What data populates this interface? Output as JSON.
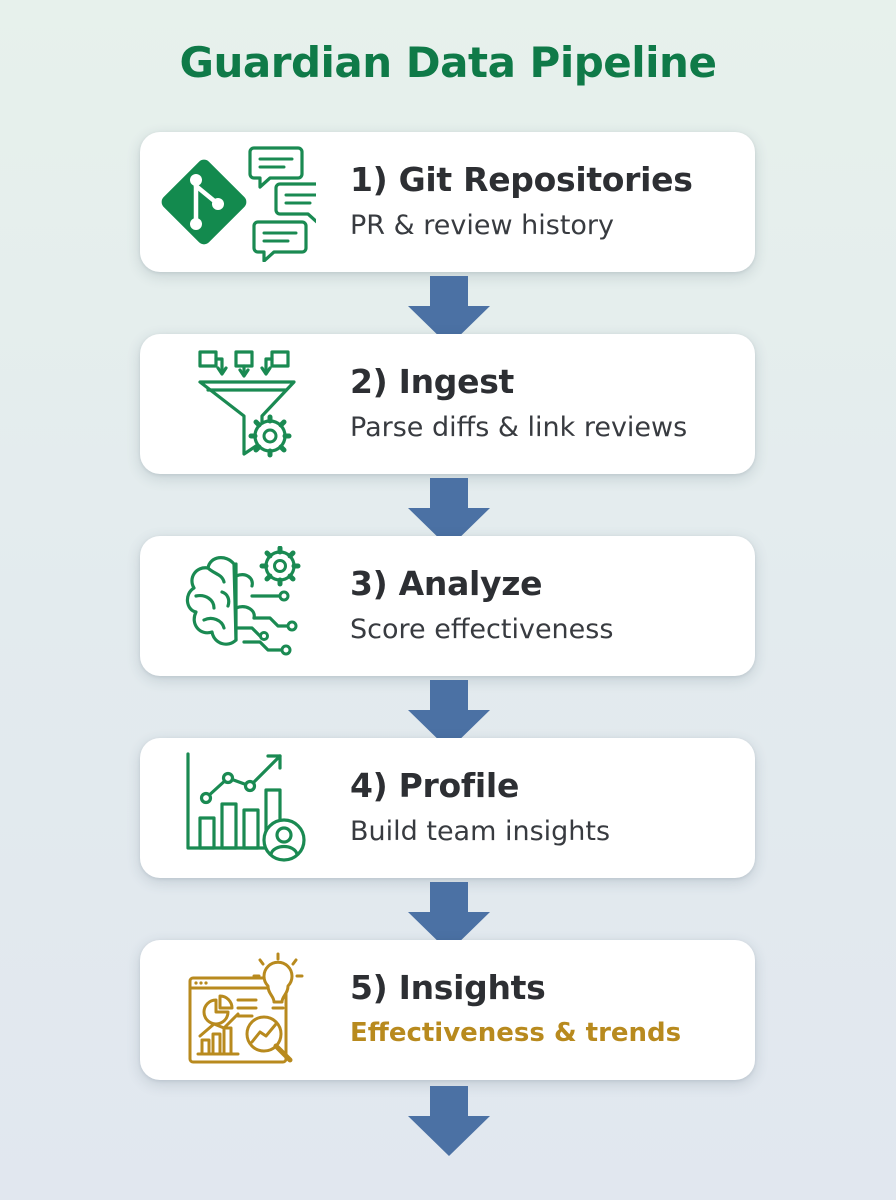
{
  "title": "Guardian Data Pipeline",
  "colors": {
    "accent_green": "#0f7a48",
    "accent_gold": "#b88a1e",
    "arrow_blue": "#4b71a4",
    "text_dark": "#2d2f33"
  },
  "steps": [
    {
      "heading": "1) Git Repositories",
      "subtitle": "PR & review history",
      "icon": "git-branch-chat-icon"
    },
    {
      "heading": "2) Ingest",
      "subtitle": "Parse diffs & link reviews",
      "icon": "funnel-gear-icon"
    },
    {
      "heading": "3) Analyze",
      "subtitle": "Score effectiveness",
      "icon": "brain-gear-circuit-icon"
    },
    {
      "heading": "4) Profile",
      "subtitle": "Build team insights",
      "icon": "chart-user-icon"
    },
    {
      "heading": "5) Insights",
      "subtitle": "Effectiveness & trends",
      "icon": "dashboard-bulb-magnifier-icon"
    }
  ]
}
